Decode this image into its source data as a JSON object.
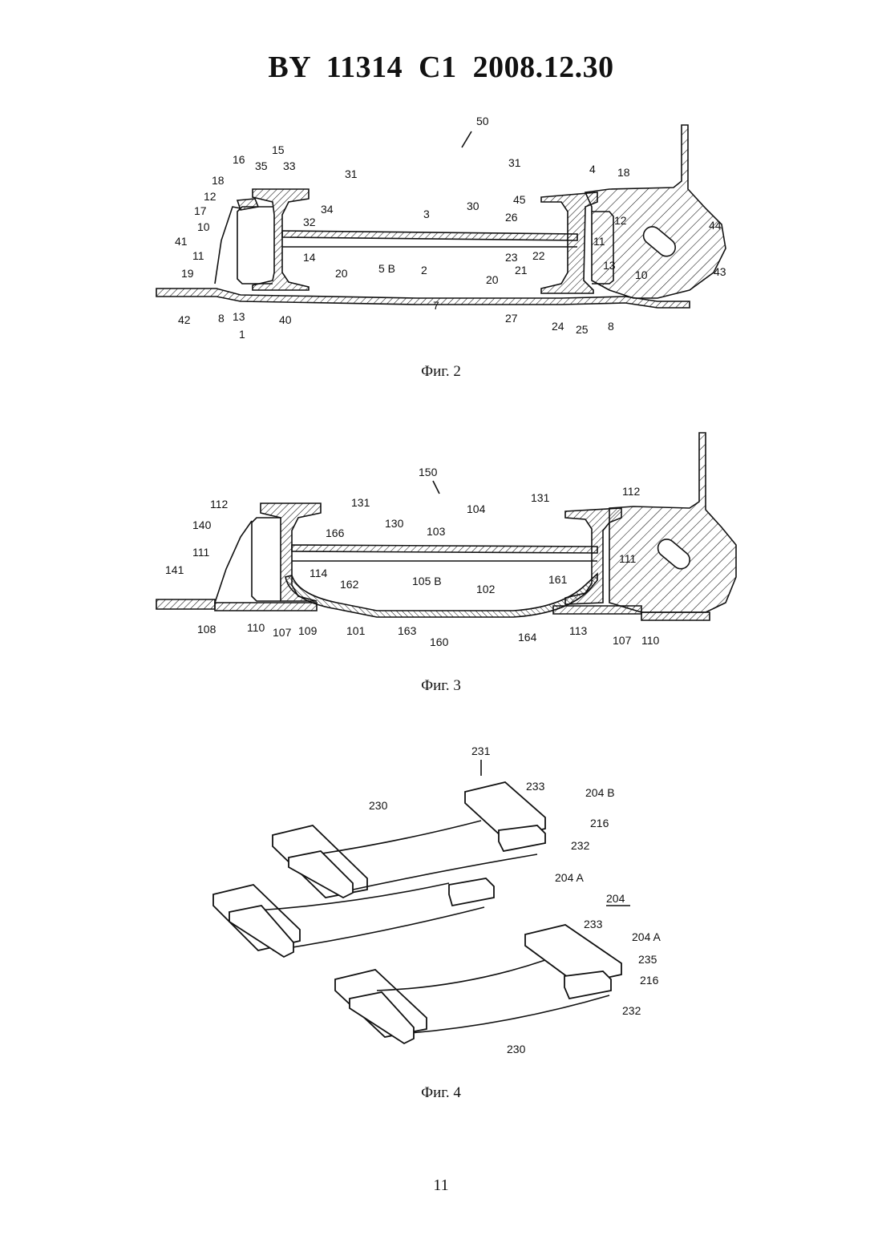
{
  "header": {
    "title": "BY  11314  C1  2008.12.30"
  },
  "figures": [
    {
      "caption": "Фиг. 2",
      "labels": [
        "50",
        "31",
        "4",
        "18",
        "16",
        "15",
        "35",
        "33",
        "18",
        "12",
        "17",
        "10",
        "41",
        "11",
        "19",
        "42",
        "8",
        "13",
        "1",
        "40",
        "34",
        "32",
        "14",
        "20",
        "5 B",
        "2",
        "3",
        "30",
        "45",
        "26",
        "11",
        "23",
        "22",
        "21",
        "20",
        "27",
        "24",
        "25",
        "8",
        "13",
        "10",
        "12",
        "44",
        "43",
        "7",
        "31"
      ]
    },
    {
      "caption": "Фиг. 3",
      "labels": [
        "150",
        "131",
        "104",
        "131",
        "112",
        "112",
        "140",
        "166",
        "130",
        "103",
        "111",
        "111",
        "141",
        "114",
        "105 B",
        "102",
        "161",
        "162",
        "110",
        "108",
        "107",
        "109",
        "101",
        "163",
        "160",
        "164",
        "113",
        "107",
        "110"
      ]
    },
    {
      "caption": "Фиг. 4",
      "labels": [
        "231",
        "230",
        "233",
        "204 B",
        "216",
        "232",
        "204 A",
        "204",
        "233",
        "204 A",
        "235",
        "216",
        "232",
        "230"
      ]
    }
  ],
  "page_number": "11"
}
